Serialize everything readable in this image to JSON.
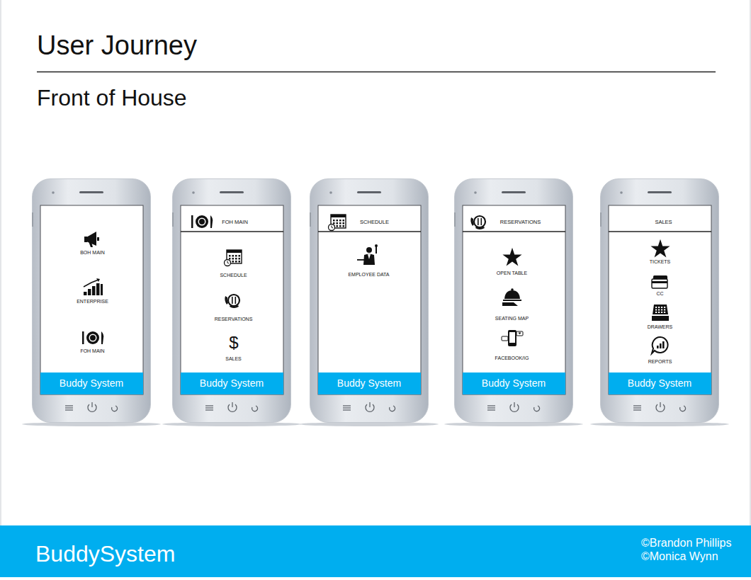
{
  "diagram": {
    "title": "User Journey",
    "nodes": [
      {
        "text": [
          "BOH MAIN",
          "ENTERPRISE",
          "FOH MAIN"
        ]
      },
      {
        "text": [
          "Buddy System"
        ],
        "in": 0
      },
      {
        "text": [
          "FOH MAIN",
          "SCHEDULE",
          "RESERVATIONS",
          "SALES"
        ]
      },
      {
        "text": [
          "Buddy System"
        ],
        "in": 2
      },
      {
        "text": [
          "SCHEDULE",
          "EMPLOYEE DATA"
        ]
      },
      {
        "text": [
          "Buddy System"
        ],
        "in": 4
      },
      {
        "text": [
          "RESERVATIONS",
          "OPEN TABLE",
          "SEATING MAP",
          "FACEBOOK/IG"
        ]
      },
      {
        "text": [
          "Buddy System"
        ],
        "in": 6
      },
      {
        "text": [
          "SALES",
          "TICKETS",
          "CC",
          "DRAWERS",
          "REPORTS"
        ]
      },
      {
        "text": [
          "Buddy System"
        ],
        "in": 8
      },
      {
        "text": [
          "BuddySystem",
          "©Brandon Phillips",
          "©Monica Wynn"
        ]
      }
    ],
    "labels": [
      "Front of House",
      "$"
    ]
  }
}
